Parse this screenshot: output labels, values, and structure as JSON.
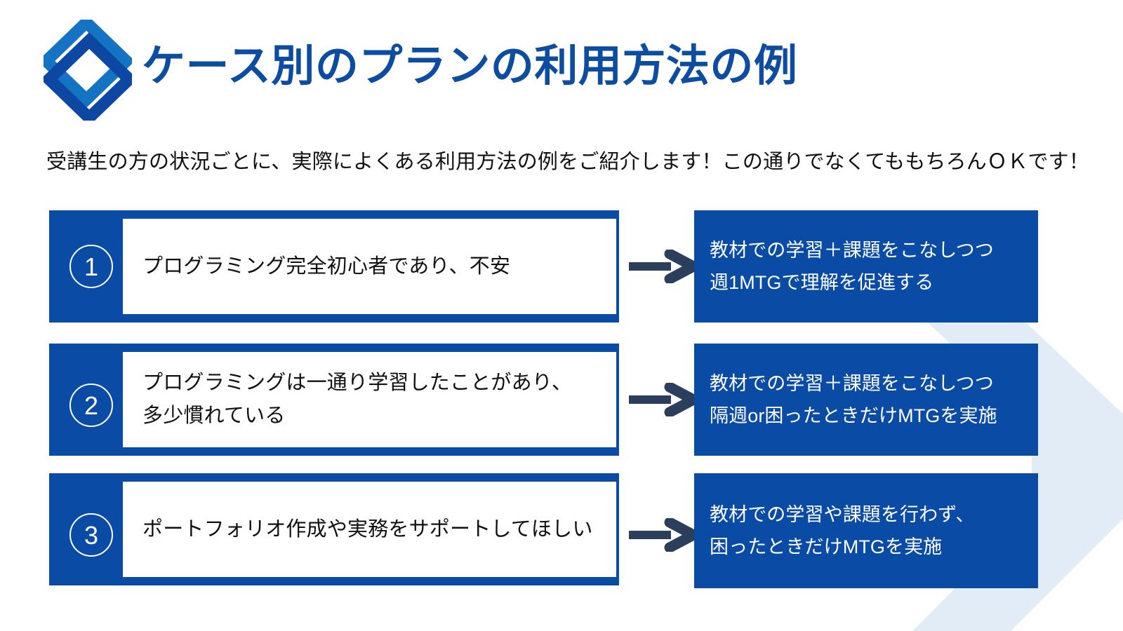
{
  "header": {
    "logo_name": "diamond-logo",
    "title": "ケース別のプランの利用方法の例",
    "subtitle": "受講生の方の状況ごとに、実際によくある利用方法の例をご紹介します！この通りでなくてももちろんＯＫです！"
  },
  "colors": {
    "brand_blue": "#0a4ba5",
    "title_blue": "#0c4da2",
    "logo_light_blue": "#1573c4",
    "logo_dark_blue": "#0b47a3",
    "arrow_navy": "#2b3f5c",
    "decor_light_blue": "#e2ecf7",
    "text_black": "#111111",
    "card_text_white": "#ffffff"
  },
  "rows": [
    {
      "number": "①",
      "number_plain": "1",
      "case_lines": [
        "プログラミング完全初心者であり、不安"
      ],
      "solution_lines": [
        "教材での学習＋課題をこなしつつ",
        "週1MTGで理解を促進する"
      ]
    },
    {
      "number": "②",
      "number_plain": "2",
      "case_lines": [
        "プログラミングは一通り学習したことがあり、",
        "多少慣れている"
      ],
      "solution_lines": [
        "教材での学習＋課題をこなしつつ",
        "隔週or困ったときだけMTGを実施"
      ]
    },
    {
      "number": "③",
      "number_plain": "3",
      "case_lines": [
        "ポートフォリオ作成や実務をサポートしてほしい"
      ],
      "solution_lines": [
        "教材での学習や課題を行わず、",
        "困ったときだけMTGを実施"
      ]
    }
  ],
  "decor": {
    "chevron_name": "background-chevron-shape"
  }
}
